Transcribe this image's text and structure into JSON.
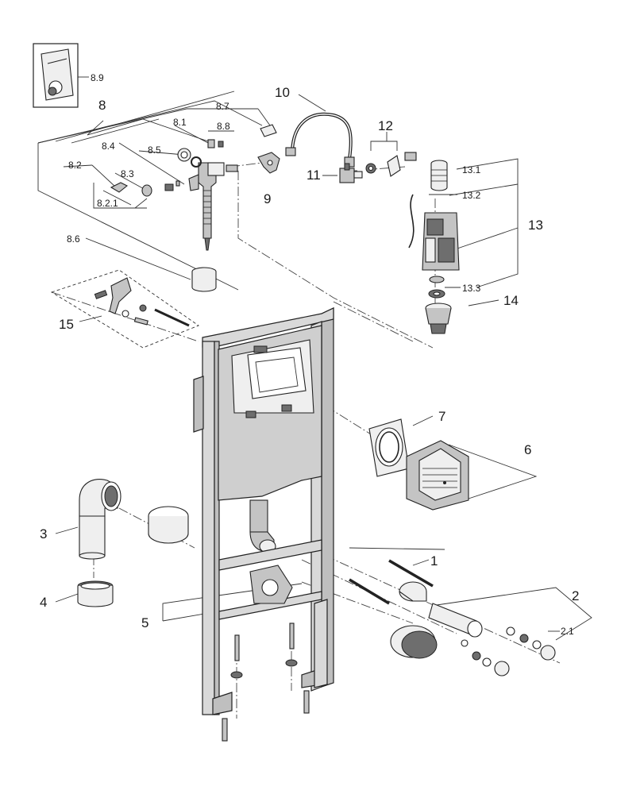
{
  "labels": {
    "l1": "1",
    "l2": "2",
    "l2_1": "2.1",
    "l3": "3",
    "l4": "4",
    "l5": "5",
    "l6": "6",
    "l7": "7",
    "l8": "8",
    "l8_1": "8.1",
    "l8_2": "8.2",
    "l8_2_1": "8.2.1",
    "l8_3": "8.3",
    "l8_4": "8.4",
    "l8_5": "8.5",
    "l8_6": "8.6",
    "l8_7": "8.7",
    "l8_8": "8.8",
    "l8_9": "8.9",
    "l9": "9",
    "l10": "10",
    "l11": "11",
    "l12": "12",
    "l13": "13",
    "l13_1": "13.1",
    "l13_2": "13.2",
    "l13_3": "13.3",
    "l14": "14",
    "l15": "15"
  }
}
